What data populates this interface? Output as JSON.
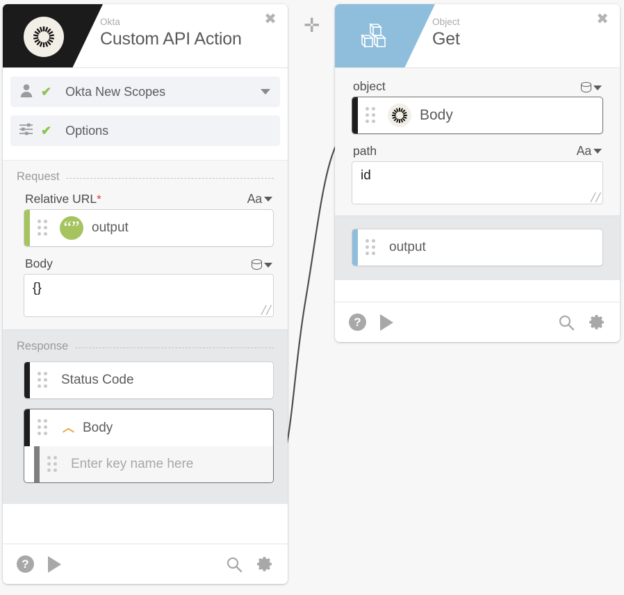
{
  "canvas": {
    "background": "#f7f7f7",
    "add_step_button": "✛"
  },
  "left_card": {
    "header": {
      "app": "Okta",
      "title": "Custom API Action",
      "icon": "okta-logo-icon",
      "banner_color": "#1b1b1b",
      "close_label": "✖"
    },
    "connector_rows": [
      {
        "label": "Okta New Scopes",
        "icon": "person-icon",
        "status": "✔",
        "has_dropdown": true
      },
      {
        "label": "Options",
        "icon": "sliders-icon",
        "status": "✔",
        "has_dropdown": false
      }
    ],
    "request": {
      "section_title": "Request",
      "fields": [
        {
          "label": "Relative URL",
          "required": true,
          "required_mark": "*",
          "type_control": "Aa",
          "value_token": "output",
          "token_type": "string",
          "accent_color": "#a5c460"
        },
        {
          "label": "Body",
          "required": false,
          "type_control": "cylinder-icon",
          "value": "{}"
        }
      ]
    },
    "response": {
      "section_title": "Response",
      "rows": [
        {
          "label": "Status Code",
          "accent_color": "#1d1d1d",
          "expanded": false,
          "selected": false
        },
        {
          "label": "Body",
          "accent_color": "#1d1d1d",
          "expanded": true,
          "selected": true,
          "caret": "︿"
        }
      ],
      "child_placeholder": "Enter key name here"
    },
    "footer": {
      "help": "?",
      "run": "▶",
      "search": "search-icon",
      "settings": "gear-icon"
    }
  },
  "right_card": {
    "header": {
      "app": "Object",
      "title": "Get",
      "icon": "cubes-icon",
      "banner_color": "#8fbedd",
      "close_label": "✖"
    },
    "inputs": [
      {
        "label": "object",
        "type_control": "cylinder-icon",
        "value_token": "Body",
        "token_type": "okta",
        "accent_color": "#1d1d1d",
        "selected": true
      },
      {
        "label": "path",
        "type_control": "Aa",
        "value": "id"
      }
    ],
    "output": {
      "label": "output",
      "accent_color": "#8fbedd"
    },
    "footer": {
      "help": "?",
      "run": "▶",
      "search": "search-icon",
      "settings": "gear-icon"
    }
  }
}
